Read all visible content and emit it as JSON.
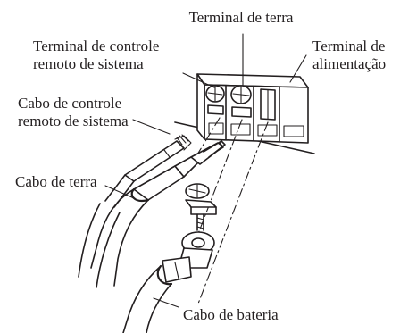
{
  "labels": {
    "ground_terminal": "Terminal de terra",
    "remote_terminal_line1": "Terminal de controle",
    "remote_terminal_line2": "remoto de sistema",
    "power_terminal_line1": "Terminal de",
    "power_terminal_line2": "alimentação",
    "remote_cable_line1": "Cabo de controle",
    "remote_cable_line2": "remoto de sistema",
    "ground_cable": "Cabo de terra",
    "battery_cable": "Cabo de bateria"
  },
  "colors": {
    "line": "#231f20",
    "background": "#ffffff"
  }
}
